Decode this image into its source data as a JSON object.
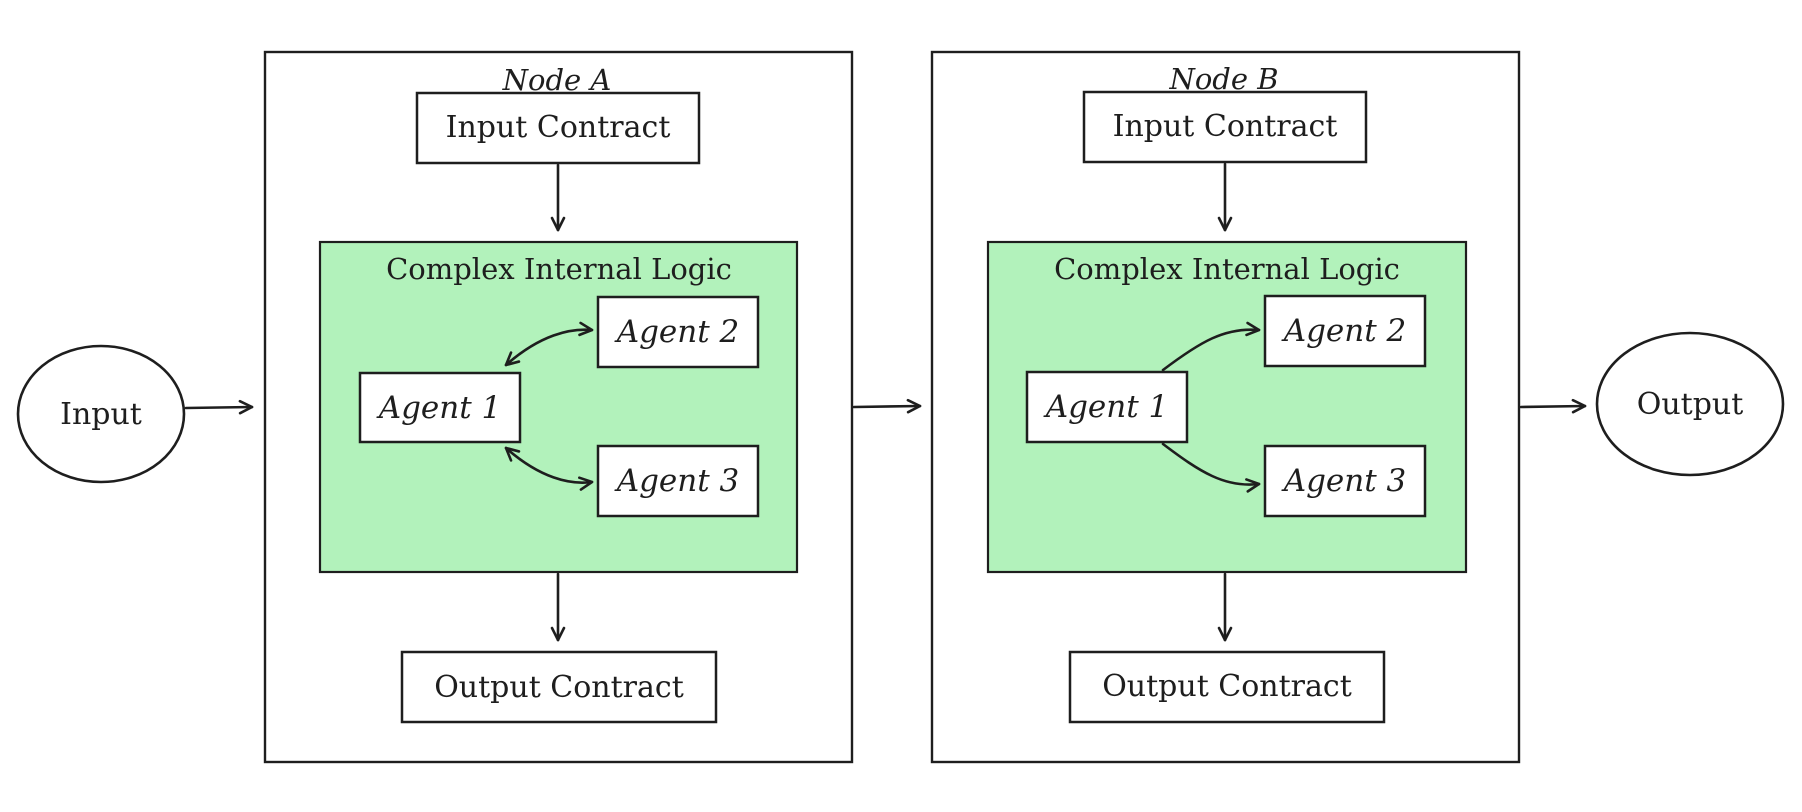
{
  "input_label": "Input",
  "output_label": "Output",
  "colors": {
    "stroke": "#1e1e1e",
    "logic_fill": "#b2f2bb",
    "background": "#ffffff"
  },
  "node_a": {
    "title": "Node A",
    "input_contract": "Input Contract",
    "logic_title": "Complex Internal Logic",
    "agent_1": "Agent 1",
    "agent_2": "Agent 2",
    "agent_3": "Agent 3",
    "output_contract": "Output Contract"
  },
  "node_b": {
    "title": "Node B",
    "input_contract": "Input Contract",
    "logic_title": "Complex Internal Logic",
    "agent_1": "Agent 1",
    "agent_2": "Agent 2",
    "agent_3": "Agent 3",
    "output_contract": "Output Contract"
  }
}
